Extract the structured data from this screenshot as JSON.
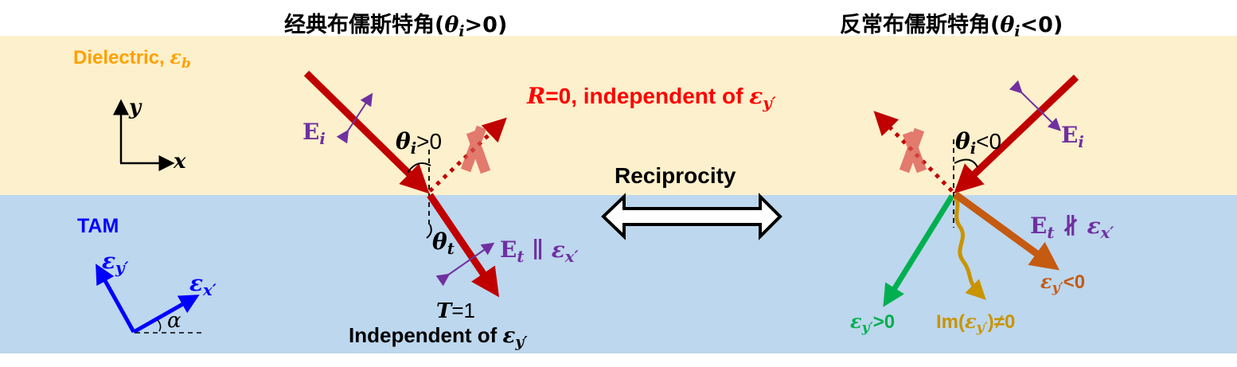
{
  "titles": {
    "classical": {
      "text": "经典布儒斯特角(",
      "theta": "θ",
      "sub": "i",
      "cond": ">0)"
    },
    "anomalous": {
      "text": "反常布儒斯特角(",
      "theta": "θ",
      "sub": "i",
      "cond": "<0)"
    }
  },
  "regions": {
    "dielectric": {
      "label": "Dielectric, ",
      "eps": "ε",
      "sub": "b",
      "color": "#ffa000"
    },
    "tam": {
      "label": "TAM",
      "color": "#0000ff"
    }
  },
  "axes": {
    "x": "x",
    "y": "y"
  },
  "tam_axes": {
    "eps": "ε",
    "x_sub": "x′",
    "y_sub": "y′",
    "angle": "α"
  },
  "classical": {
    "ei": {
      "E": "E",
      "sub": "i"
    },
    "theta_i": {
      "theta": "θ",
      "sub": "i",
      "cond": ">0"
    },
    "theta_t": {
      "theta": "θ",
      "sub": "t"
    },
    "et": {
      "E": "E",
      "sub": "t",
      "rel": " ∥ ",
      "eps": "ε",
      "eps_sub": "x′"
    },
    "T": {
      "sym": "T",
      "val": "=1"
    },
    "independent": {
      "text": "Independent of ",
      "eps": "ε",
      "sub": "y′"
    }
  },
  "reflection_note": {
    "sym": "R",
    "text": "=0, independent of ",
    "eps": "ε",
    "sub": "y′",
    "color": "#ff0000"
  },
  "reciprocity": {
    "label": "Reciprocity"
  },
  "anomalous": {
    "ei": {
      "E": "E",
      "sub": "i"
    },
    "theta_i": {
      "theta": "θ",
      "sub": "i",
      "cond": "<0"
    },
    "et": {
      "E": "E",
      "sub": "t",
      "rel": " ∦ ",
      "eps": "ε",
      "eps_sub": "x′"
    },
    "branches": [
      {
        "eps": "ε",
        "sub": "y′",
        "cond": ">0",
        "color": "#00b050"
      },
      {
        "prefix": "Im(",
        "eps": "ε",
        "sub": "y′",
        "cond": ")≠0",
        "color": "#c99400"
      },
      {
        "eps": "ε",
        "sub": "y′",
        "cond": "<0",
        "color": "#c55a11"
      }
    ]
  },
  "colors": {
    "beam": "#c00000",
    "field": "#7030a0",
    "reflected_x": "#d9534f",
    "dielectric_bg": "#fdf0cc",
    "tam_bg": "#bdd7ee"
  }
}
